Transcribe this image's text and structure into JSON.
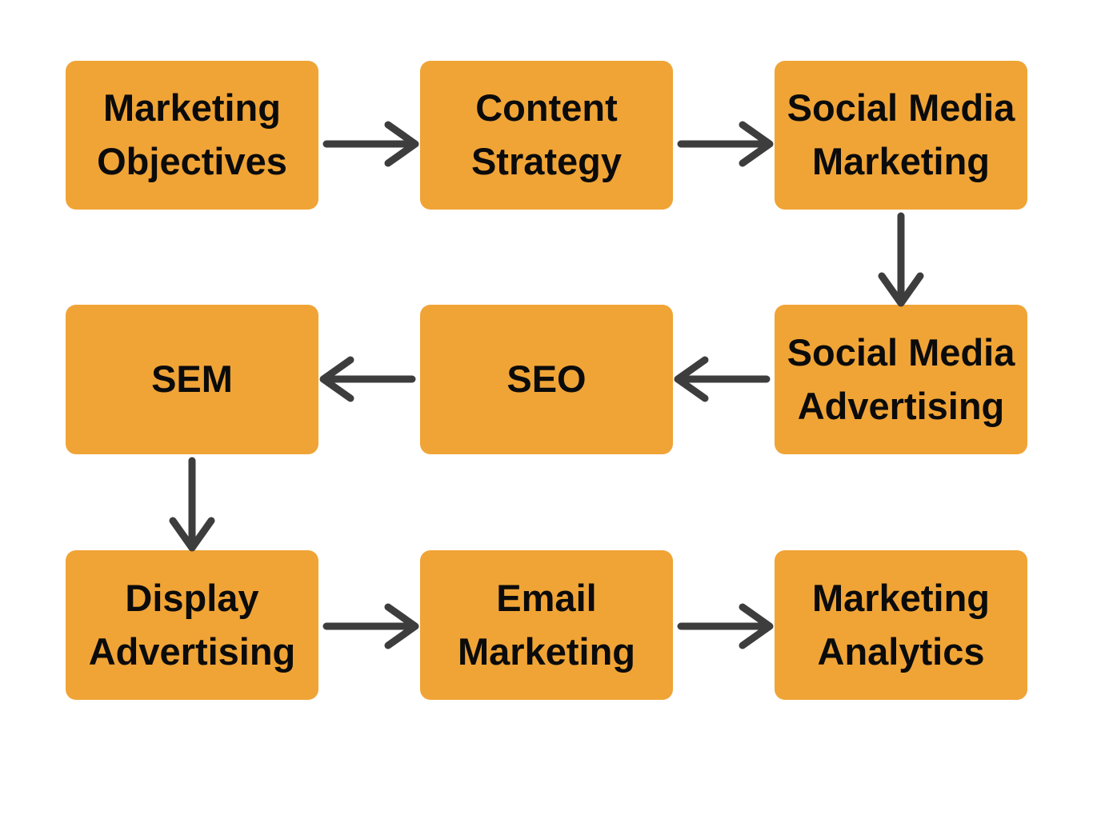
{
  "diagram": {
    "type": "flowchart",
    "topic": "Digital marketing workflow",
    "colors": {
      "box_fill": "#F0A436",
      "box_text": "#0B0B0B",
      "arrow": "#3D3D3D",
      "background": "#FFFFFF"
    },
    "nodes": [
      {
        "id": "marketing-objectives",
        "label": "Marketing\nObjectives"
      },
      {
        "id": "content-strategy",
        "label": "Content\nStrategy"
      },
      {
        "id": "social-media-marketing",
        "label": "Social Media\nMarketing"
      },
      {
        "id": "sem",
        "label": "SEM"
      },
      {
        "id": "seo",
        "label": "SEO"
      },
      {
        "id": "social-media-advertising",
        "label": "Social Media\nAdvertising"
      },
      {
        "id": "display-advertising",
        "label": "Display\nAdvertising"
      },
      {
        "id": "email-marketing",
        "label": "Email\nMarketing"
      },
      {
        "id": "marketing-analytics",
        "label": "Marketing\nAnalytics"
      }
    ],
    "edges": [
      {
        "from": "marketing-objectives",
        "to": "content-strategy",
        "direction": "right"
      },
      {
        "from": "content-strategy",
        "to": "social-media-marketing",
        "direction": "right"
      },
      {
        "from": "social-media-marketing",
        "to": "social-media-advertising",
        "direction": "down"
      },
      {
        "from": "social-media-advertising",
        "to": "seo",
        "direction": "left"
      },
      {
        "from": "seo",
        "to": "sem",
        "direction": "left"
      },
      {
        "from": "sem",
        "to": "display-advertising",
        "direction": "down"
      },
      {
        "from": "display-advertising",
        "to": "email-marketing",
        "direction": "right"
      },
      {
        "from": "email-marketing",
        "to": "marketing-analytics",
        "direction": "right"
      }
    ]
  }
}
